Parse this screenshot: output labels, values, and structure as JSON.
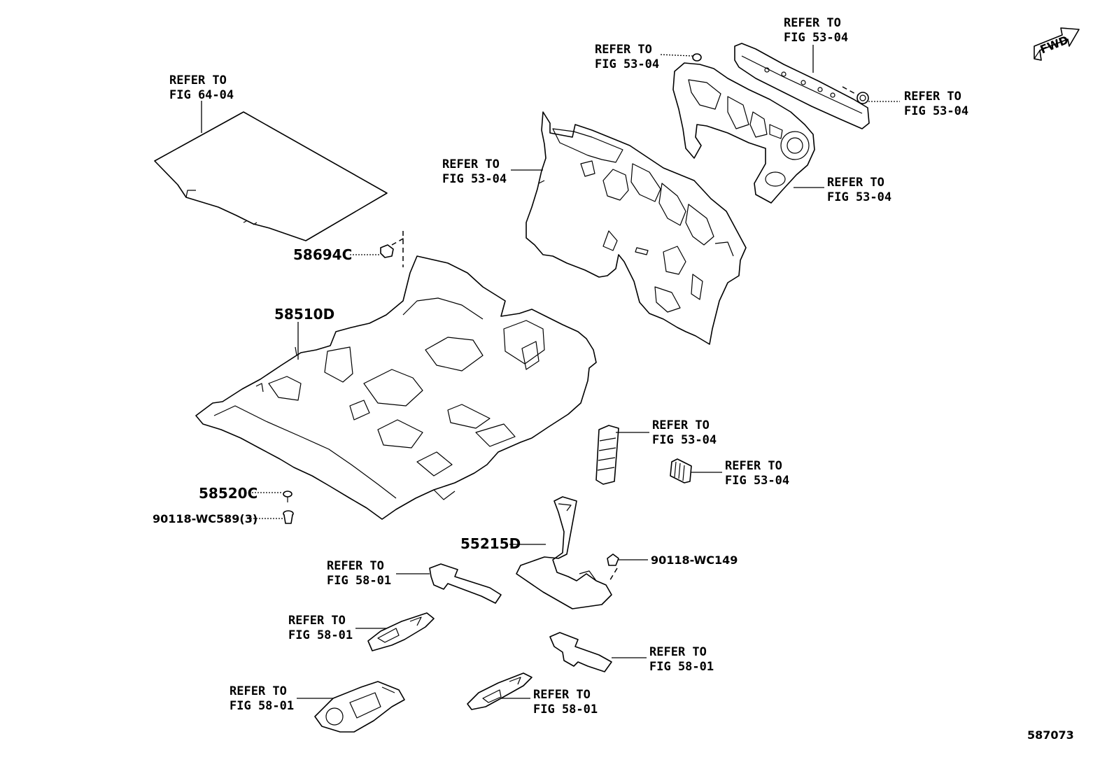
{
  "fwd_label": "FWD",
  "diagram_id": "587073",
  "refer_line1": "REFER TO",
  "refs": {
    "r_64_04": "FIG 64-04",
    "r_tl": "FIG 53-04",
    "r_tm": "FIG 53-04",
    "r_tr": "FIG 53-04",
    "r_dash": "FIG 53-04",
    "r_right": "FIG 53-04",
    "r_tall": "FIG 53-04",
    "r_small": "FIG 53-04",
    "r_p1": "FIG 58-01",
    "r_p2": "FIG 58-01",
    "r_p3": "FIG 58-01",
    "r_p4": "FIG 58-01",
    "r_p5": "FIG 58-01"
  },
  "parts": {
    "p58694": "58694C",
    "p58510": "58510D",
    "p58520": "58520C",
    "p90118a": "90118-WC589(3)",
    "p55215": "55215D",
    "p90118b": "90118-WC149"
  }
}
